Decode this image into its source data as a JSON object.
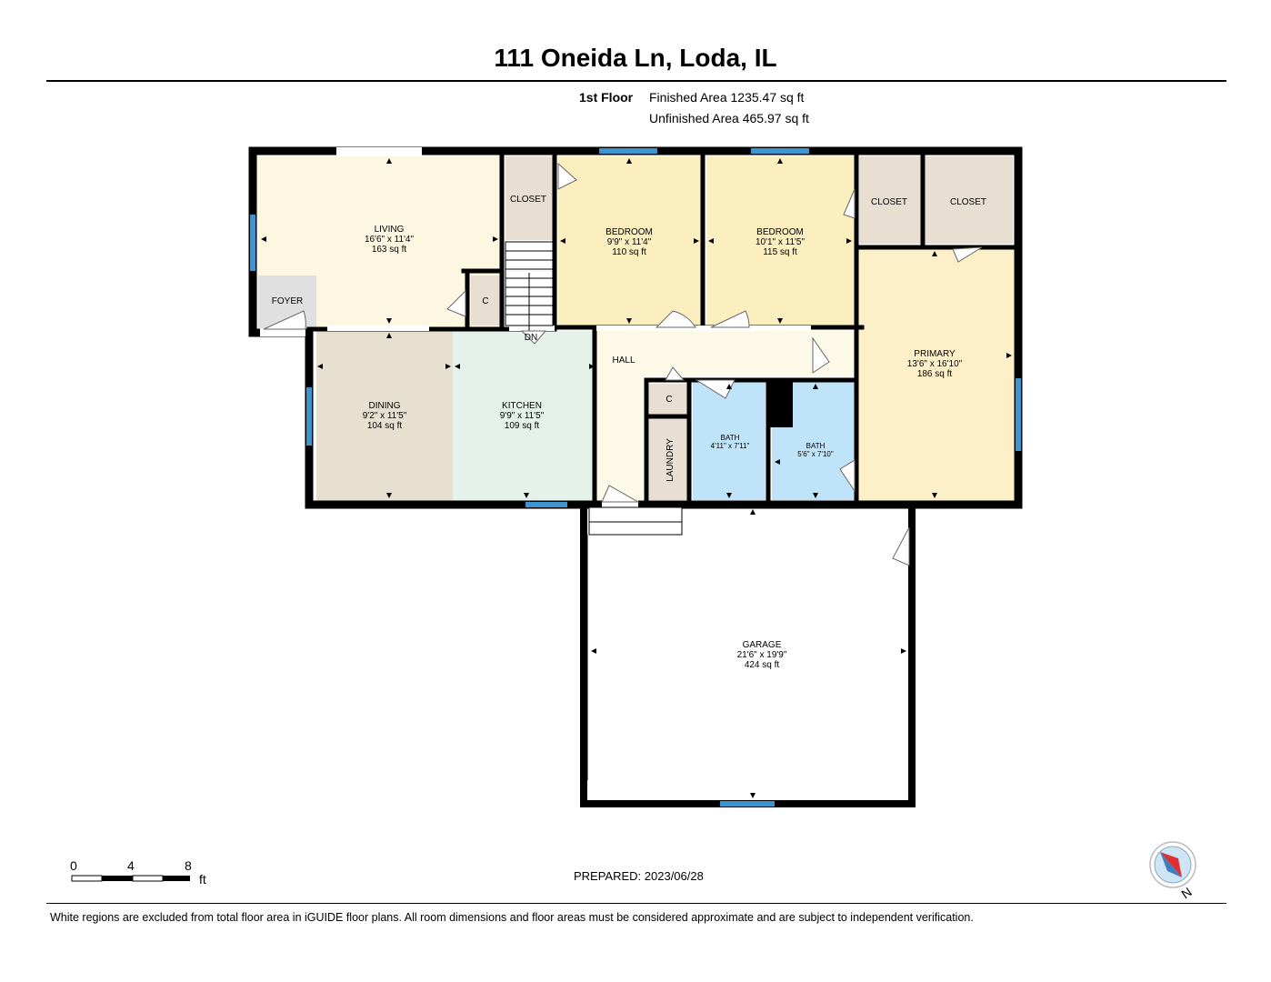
{
  "header": {
    "title": "111 Oneida Ln, Loda, IL",
    "floor_label": "1st Floor",
    "finished_area": "Finished Area 1235.47 sq ft",
    "unfinished_area": "Unfinished Area 465.97 sq ft"
  },
  "rooms": {
    "living": {
      "name": "LIVING",
      "dims": "16'6\" x 11'4\"",
      "area": "163 sq ft"
    },
    "bedroom1": {
      "name": "BEDROOM",
      "dims": "9'9\" x 11'4\"",
      "area": "110 sq ft"
    },
    "bedroom2": {
      "name": "BEDROOM",
      "dims": "10'1\" x 11'5\"",
      "area": "115 sq ft"
    },
    "primary": {
      "name": "PRIMARY",
      "dims": "13'6\" x 16'10\"",
      "area": "186 sq ft"
    },
    "dining": {
      "name": "DINING",
      "dims": "9'2\" x 11'5\"",
      "area": "104 sq ft"
    },
    "kitchen": {
      "name": "KITCHEN",
      "dims": "9'9\" x 11'5\"",
      "area": "109 sq ft"
    },
    "bath1": {
      "name": "BATH",
      "dims": "4'11\" x 7'11\""
    },
    "bath2": {
      "name": "BATH",
      "dims": "5'6\" x 7'10\""
    },
    "garage": {
      "name": "GARAGE",
      "dims": "21'6\" x 19'9\"",
      "area": "424 sq ft"
    },
    "closet_a": "CLOSET",
    "closet_b": "CLOSET",
    "closet_c": "CLOSET",
    "foyer": "FOYER",
    "hall": "HALL",
    "laundry": "LAUNDRY",
    "c1": "C",
    "c2": "C",
    "stairs": "DN"
  },
  "scale": {
    "labels": [
      "0",
      "4",
      "8"
    ],
    "unit": "ft"
  },
  "compass": {
    "label": "N"
  },
  "footer": {
    "prepared": "PREPARED: 2023/06/28",
    "disclaimer": "White regions are excluded from total floor area in iGUIDE floor plans. All room dimensions and floor areas must be considered approximate and are subject to independent verification."
  },
  "colors": {
    "living": "#fdf7e2",
    "bedroom": "#fbeebf",
    "primary": "#fdf0c8",
    "dining": "#e7dfd0",
    "kitchen": "#e5f2ea",
    "closet": "#e8dfd2",
    "bath": "#bfe3f8",
    "hall": "#fdf9e8",
    "foyer": "#e0e0e0",
    "window": "#3d95cf",
    "wall": "#000000"
  }
}
